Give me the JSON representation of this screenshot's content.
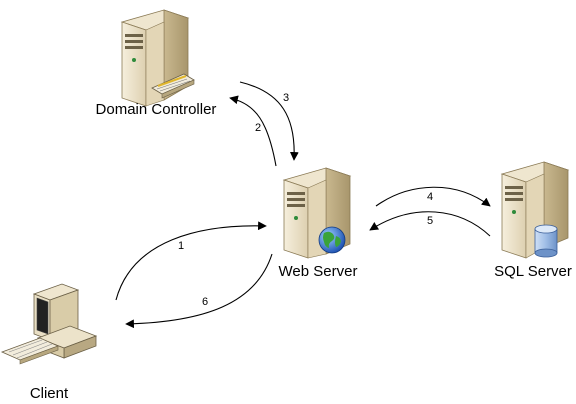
{
  "nodes": {
    "domain_controller": {
      "label": "Domain Controller",
      "icon": "server-icon"
    },
    "web_server": {
      "label": "Web Server",
      "icon": "server-globe-icon"
    },
    "sql_server": {
      "label": "SQL Server",
      "icon": "server-database-icon"
    },
    "client": {
      "label": "Client",
      "icon": "workstation-icon"
    }
  },
  "steps": [
    "1",
    "2",
    "3",
    "4",
    "5",
    "6"
  ],
  "colors": {
    "server_body": "#e8dcc0",
    "server_side": "#c8b68e",
    "accent_green": "#2e8b3a",
    "globe_blue": "#2a6fd6",
    "db_blue": "#7fa6d8"
  }
}
